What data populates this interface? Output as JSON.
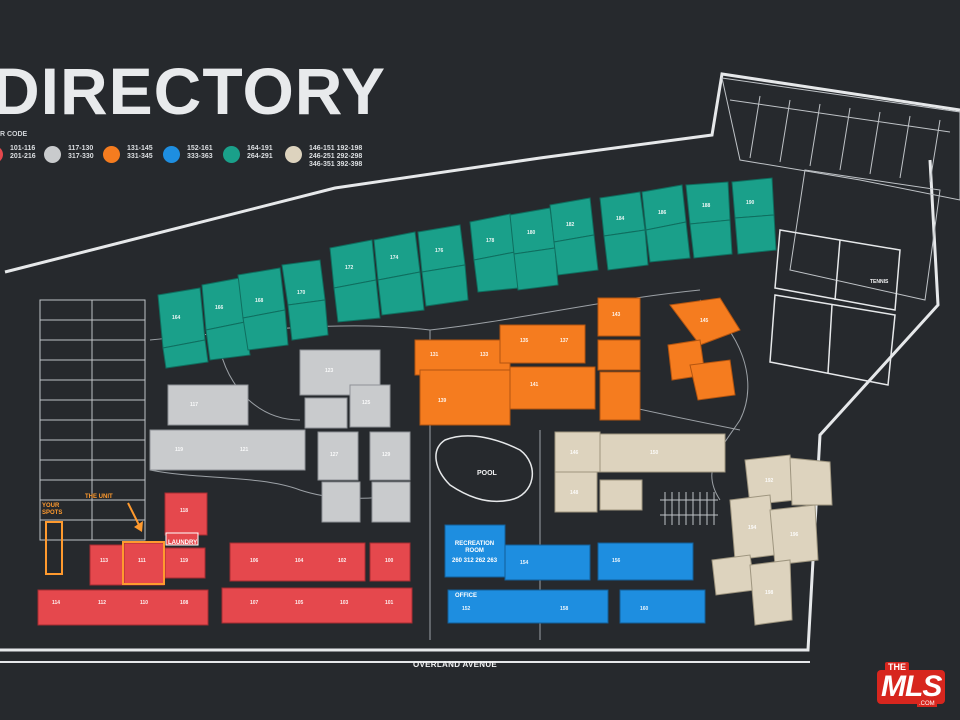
{
  "title": "DIRECTORY",
  "legend_caption": "R CODE",
  "legend": [
    {
      "color": "#e5484d",
      "line1": "101-116",
      "line2": "201-216"
    },
    {
      "color": "#c9cbcd",
      "line1": "117-130",
      "line2": "317-330"
    },
    {
      "color": "#f57c1f",
      "line1": "131-145",
      "line2": "331-345"
    },
    {
      "color": "#1e8ee0",
      "line1": "152-161",
      "line2": "333-363"
    },
    {
      "color": "#1aa08a",
      "line1": "164-191",
      "line2": "264-291"
    },
    {
      "color": "#ddd3be",
      "line1": "146-151  192-198",
      "line2": "246-251  292-298",
      "line3": "346-351  392-398"
    }
  ],
  "labels": {
    "road": "OVERLAND AVENUE",
    "pool": "POOL",
    "tennis": "TENNIS",
    "recreation": "RECREATION\nROOM",
    "recreation_nums": "260 312 262 263",
    "office": "OFFICE",
    "the_unit": "THE UNIT",
    "your_spots": "YOUR\nSPOTS",
    "laundry": "LAUNDRY"
  },
  "building_numbers": {
    "red": [
      "114",
      "112",
      "110",
      "108",
      "113",
      "111",
      "118",
      "119",
      "107",
      "105",
      "103",
      "101",
      "106",
      "104",
      "102",
      "100"
    ],
    "teal": [
      "164",
      "166",
      "168",
      "170",
      "172",
      "174",
      "176",
      "178",
      "180",
      "182",
      "184",
      "186",
      "188",
      "190"
    ],
    "gray": [
      "117",
      "119",
      "121",
      "123",
      "125",
      "127",
      "129"
    ],
    "orange": [
      "131",
      "133",
      "135",
      "137",
      "139",
      "141",
      "143",
      "145"
    ],
    "blue": [
      "152",
      "154",
      "156",
      "158",
      "160"
    ],
    "tan": [
      "146",
      "148",
      "150",
      "192",
      "194",
      "196",
      "198"
    ]
  },
  "badge": {
    "the": "THE",
    "main": "MLS",
    "dot": ".COM"
  }
}
